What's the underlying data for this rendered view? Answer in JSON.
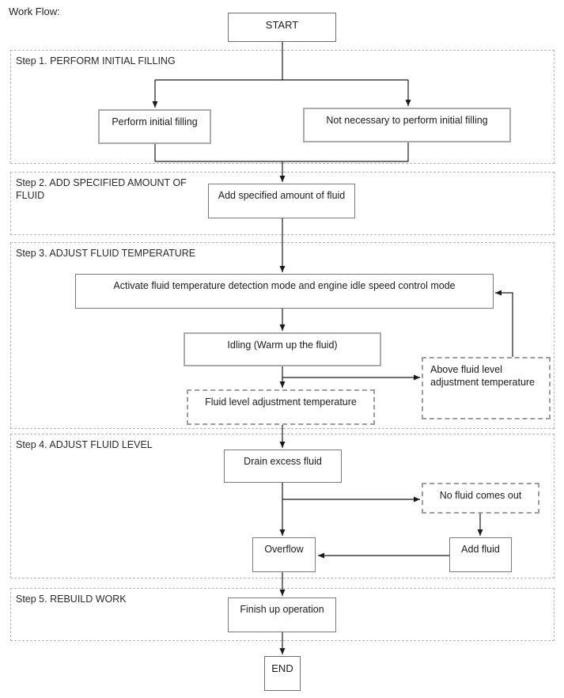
{
  "page": {
    "title": "Work Flow:"
  },
  "flowchart": {
    "start_label": "START",
    "end_label": "END",
    "sections": [
      {
        "label": "Step 1. PERFORM INITIAL FILLING"
      },
      {
        "label": "Step 2. ADD SPECIFIED AMOUNT OF FLUID"
      },
      {
        "label": "Step 3. ADJUST FLUID TEMPERATURE"
      },
      {
        "label": "Step 4. ADJUST FLUID LEVEL"
      },
      {
        "label": "Step 5. REBUILD WORK"
      }
    ],
    "nodes": {
      "perform_initial_filling": "Perform initial filling",
      "not_necessary": "Not necessary to perform initial filling",
      "add_specified_amount": "Add specified amount of fluid",
      "activate_mode": "Activate fluid temperature detection mode and engine idle speed control mode",
      "idling": "Idling (Warm up the fluid)",
      "fluid_level_adjustment_temperature": "Fluid level adjustment temperature",
      "above_fluid_level_adjustment_temperature": "Above fluid level adjustment temperature",
      "drain_excess_fluid": "Drain excess fluid",
      "no_fluid_comes_out": "No fluid comes out",
      "overflow": "Overflow",
      "add_fluid": "Add fluid",
      "finish_up_operation": "Finish up operation"
    },
    "colors": {
      "background": "#ffffff",
      "text": "#1c1c1c",
      "solid_box_border": "#7a7a7a",
      "light_box_border": "#ababab",
      "dashed_box_border": "#9d9d9d",
      "section_border": "#b4b4b4",
      "connector": "#1a1a1a"
    }
  }
}
